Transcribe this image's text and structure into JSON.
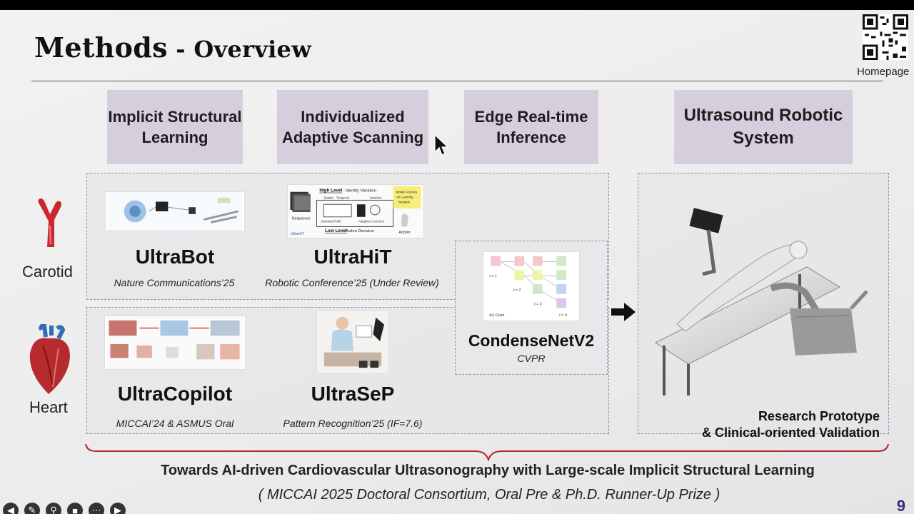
{
  "slide": {
    "title_main": "Methods",
    "title_sep": " - ",
    "title_sub": "Overview",
    "homepage_label": "Homepage",
    "page_number": "9"
  },
  "headers": [
    "Implicit Structural Learning",
    "Individualized Adaptive Scanning",
    "Edge Real-time Inference",
    "Ultrasound Robotic System"
  ],
  "organs": {
    "carotid": "Carotid",
    "heart": "Heart"
  },
  "works": [
    {
      "name": "UltraBot",
      "venue": "Nature Communications’25"
    },
    {
      "name": "UltraHiT",
      "venue": "Robotic Conference’25 (Under Review)"
    },
    {
      "name": "CondenseNetV2",
      "venue": "CVPR"
    },
    {
      "name": "UltraCopilot",
      "venue": "MICCAI’24 & ASMUS Oral"
    },
    {
      "name": "UltraSeP",
      "venue": "Pattern Recognition’25 (IF=7.6)"
    }
  ],
  "ultrahit_fig": {
    "high_level": "High Level",
    "identity": " - Identity Variation",
    "sequence": "Sequence",
    "spatial": "Spatial",
    "temporal": "Temporal",
    "variation": "Variation",
    "standard": "Standard Path",
    "adaptive": "Adaptive Corrector",
    "low_level": "Low Level",
    "action_decision": " - Action Decision",
    "action": "Action",
    "brand": "UltraHiT",
    "note": [
      "Model Focuses",
      "on Learning",
      "Variation"
    ]
  },
  "condense_fig": {
    "caption": "(c) Ours",
    "levels": [
      "ℓ = 1",
      "ℓ = 2",
      "ℓ = 3",
      "ℓ = 4"
    ]
  },
  "robot_caption": {
    "line1": "Research Prototype",
    "line2": "& Clinical-oriented Validation"
  },
  "bottom": {
    "main": "Towards AI-driven Cardiovascular Ultrasonography with Large-scale Implicit Structural Learning",
    "sub": "( MICCAI 2025 Doctoral Consortium, Oral Pre & Ph.D. Runner-Up Prize )"
  },
  "toolbar_icons": [
    "back-icon",
    "pen-icon",
    "search-icon",
    "camera-icon",
    "more-icon",
    "forward-icon"
  ],
  "colors": {
    "header_bg": "#d7cedd",
    "accent_red": "#b0262a",
    "page_num": "#3b2a7a"
  }
}
